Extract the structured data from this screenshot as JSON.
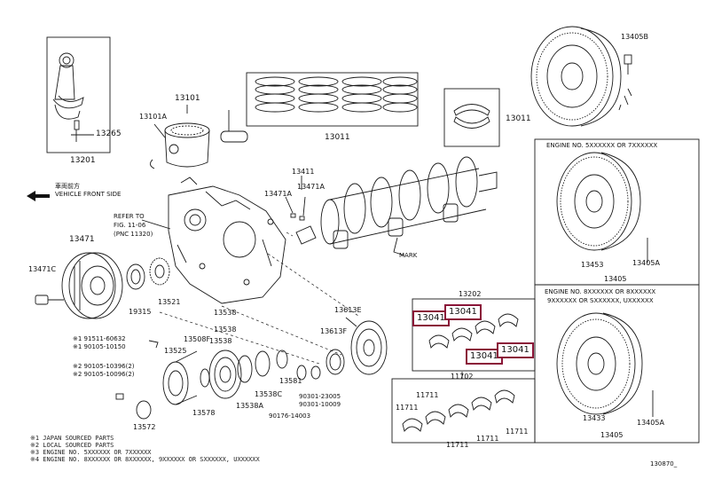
{
  "labels": {
    "p13201": "13201",
    "p13265": "13265",
    "p13101": "13101",
    "p13101A": "13101A",
    "p13011": "13011",
    "p13011b": "13011",
    "p13405B": "13405B",
    "p13411": "13411",
    "p13471A": "13471A",
    "p13471Ab": "13471A",
    "p13471": "13471",
    "p13471C": "13471C",
    "p19315": "19315",
    "p13521": "13521",
    "p13202": "13202",
    "p13538": "13538",
    "p13538b": "13538",
    "p13538d": "13538",
    "p13508F": "13508F",
    "p13525": "13525",
    "p13578": "13578",
    "p13538A": "13538A",
    "p13538C": "13538C",
    "p13581": "13581",
    "p13613E": "13613E",
    "p13613F": "13613F",
    "p11702": "11702",
    "p11711a": "11711",
    "p11711b": "11711",
    "p11711c": "11711",
    "p11711d": "11711",
    "p11711e": "11711",
    "p13572": "13572",
    "p13453a": "13453",
    "p13405Aa": "13405A",
    "p13405a": "13405",
    "p13433": "13433",
    "p13405Ab": "13405A",
    "p13405b": "13405",
    "mark": "MARK"
  },
  "highlighted_parts": [
    "13041",
    "13041",
    "13041",
    "13041"
  ],
  "refer": [
    "REFER TO",
    "FIG. 11-06",
    "(PNC 11320)"
  ],
  "vehicle_front": [
    "車両前方",
    "VEHICLE FRONT SIDE"
  ],
  "bolts": {
    "b1": "※1  91511-60632",
    "b1b": "※1  90105-10150",
    "b2": "※2  90105-10396(2)",
    "b2b": "※2  90105-10096(2)",
    "b3": "90301-23005",
    "b3b": "90301-10009",
    "b4": "90176-14003"
  },
  "engine_notes": {
    "upper": "ENGINE NO. 5XXXXXX OR 7XXXXXX",
    "lower1": "ENGINE NO. 8XXXXXX OR 8XXXXXX",
    "lower2": "9XXXXXX OR SXXXXXX, UXXXXXX"
  },
  "footnotes": [
    "※1 JAPAN SOURCED PARTS",
    "※2 LOCAL SOURCED PARTS",
    "※3 ENGINE NO. 5XXXXXX OR 7XXXXXX",
    "※4 ENGINE NO. 8XXXXXX OR 8XXXXXX, 9XXXXXX OR SXXXXXX, UXXXXXX"
  ],
  "figure_code": "130870_"
}
